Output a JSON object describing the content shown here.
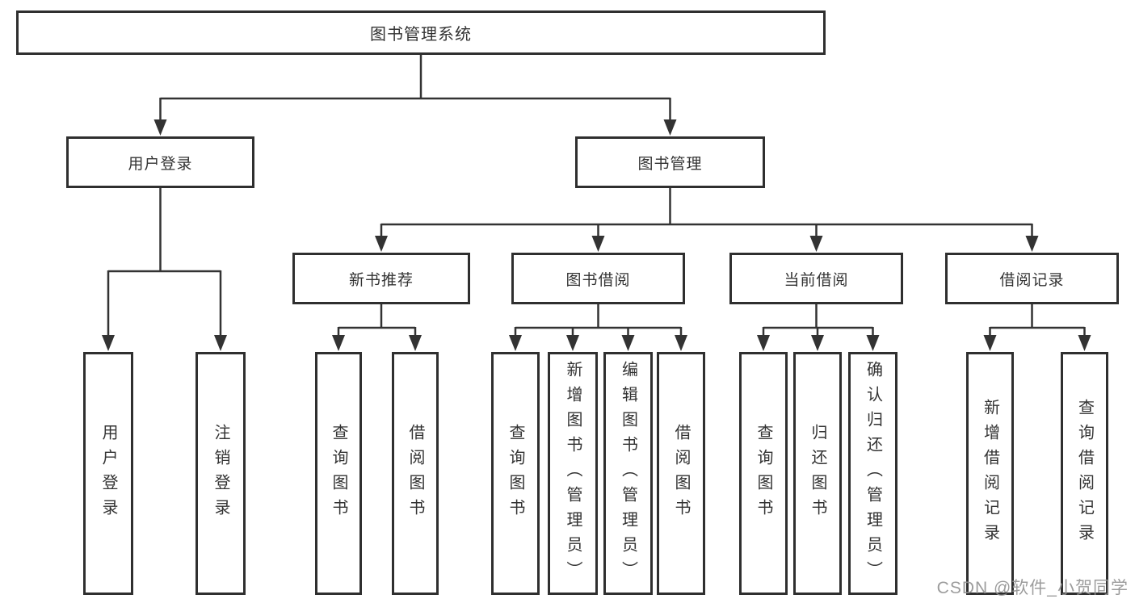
{
  "colors": {
    "line": "#333333",
    "box_border": "#2f2f2f",
    "box_fill": "#ffffff",
    "text": "#333333",
    "watermark": "#949494"
  },
  "tree": {
    "root": {
      "label": "图书管理系统"
    },
    "level2": [
      {
        "label": "用户登录"
      },
      {
        "label": "图书管理"
      }
    ],
    "level3": [
      {
        "label": "新书推荐"
      },
      {
        "label": "图书借阅"
      },
      {
        "label": "当前借阅"
      },
      {
        "label": "借阅记录"
      }
    ],
    "leaves": {
      "login": [
        "用户登录",
        "注销登录"
      ],
      "recommend": [
        "查询图书",
        "借阅图书"
      ],
      "borrow": [
        "查询图书",
        "新增图书（管理员）",
        "编辑图书（管理员）",
        "借阅图书"
      ],
      "current": [
        "查询图书",
        "归还图书",
        "确认归还（管理员）"
      ],
      "records": [
        "新增借阅记录",
        "查询借阅记录"
      ]
    }
  },
  "watermark": {
    "text": "CSDN @软件_小贺同学"
  }
}
